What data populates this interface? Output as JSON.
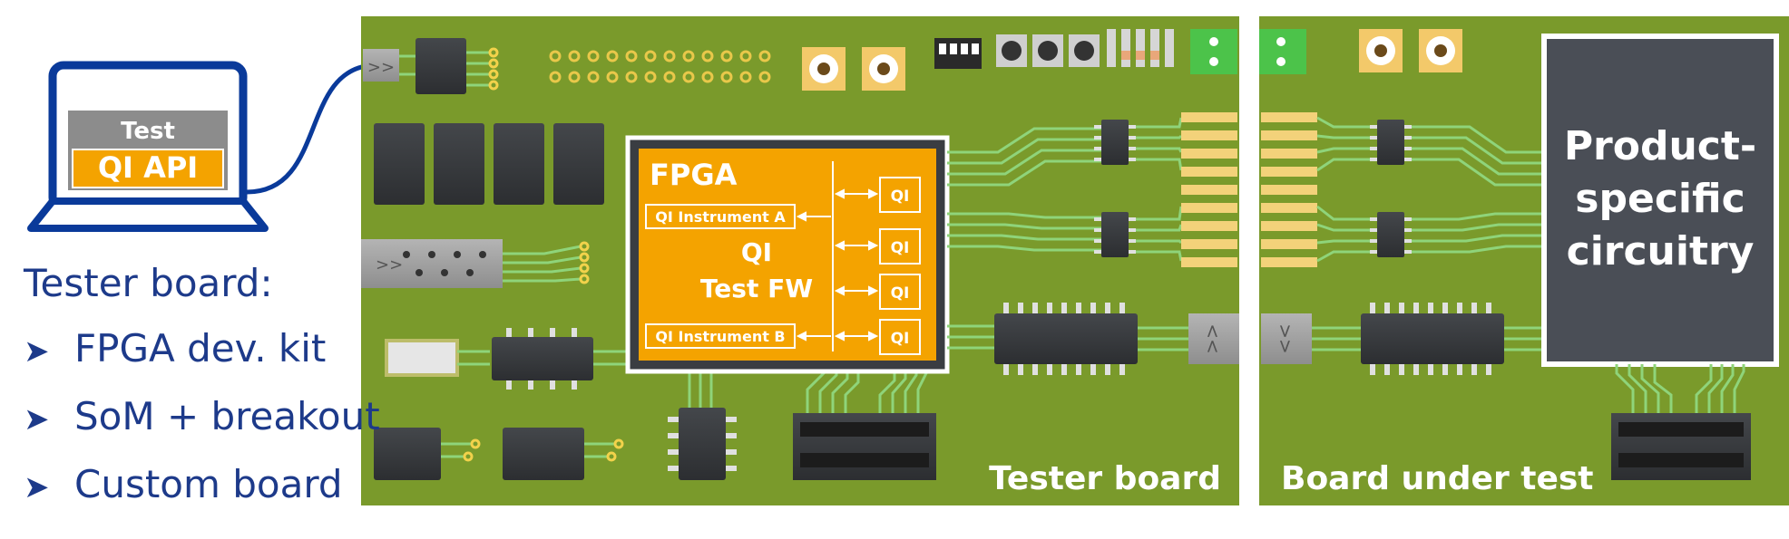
{
  "laptop": {
    "screen_title": "Test",
    "api_label": "QI API"
  },
  "side_text": {
    "heading": "Tester board:",
    "items": [
      "FPGA dev. kit",
      "SoM + breakout",
      "Custom board"
    ]
  },
  "fpga": {
    "title": "FPGA",
    "instrument_a": "QI Instrument A",
    "instrument_b": "QI Instrument B",
    "firmware_line1": "QI",
    "firmware_line2": "Test FW",
    "qi_blocks": [
      "QI",
      "QI",
      "QI",
      "QI"
    ]
  },
  "product_block": {
    "line1": "Product-",
    "line2": "specific",
    "line3": "circuitry"
  },
  "board_labels": {
    "tester": "Tester board",
    "dut": "Board under test"
  },
  "colors": {
    "pcb_green": "#7a9a2b",
    "trace_green": "#8fd47a",
    "fpga_orange": "#f4a300",
    "chip_dark": "#35383c",
    "navy": "#1d3a8a"
  }
}
